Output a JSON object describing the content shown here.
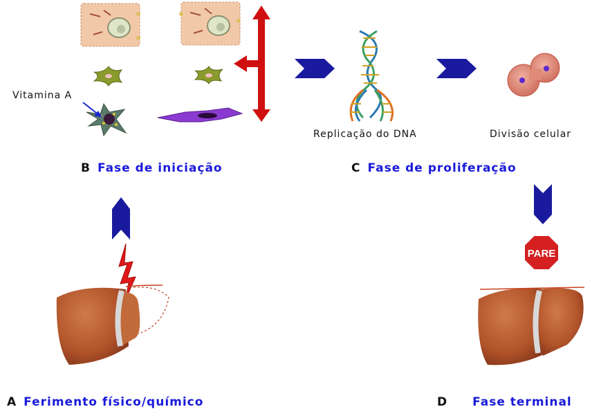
{
  "labels": {
    "a": {
      "letter": "A",
      "text": "Ferimento físico/químico"
    },
    "b": {
      "letter": "B",
      "text": "Fase de iniciação"
    },
    "c": {
      "letter": "C",
      "text": "Fase de proliferação"
    },
    "d": {
      "letter": "D",
      "text": "Fase terminal"
    }
  },
  "captions": {
    "vitamin": "Vitamina A",
    "dna": "Replicação do DNA",
    "division": "Divisão celular"
  },
  "stop_sign": "PARE",
  "colors": {
    "phase_text": "#1a1adb",
    "arrow_blue": "#1a1a9e",
    "arrow_red": "#d01010",
    "liver": "#b5582d",
    "stop": "#d42020"
  }
}
